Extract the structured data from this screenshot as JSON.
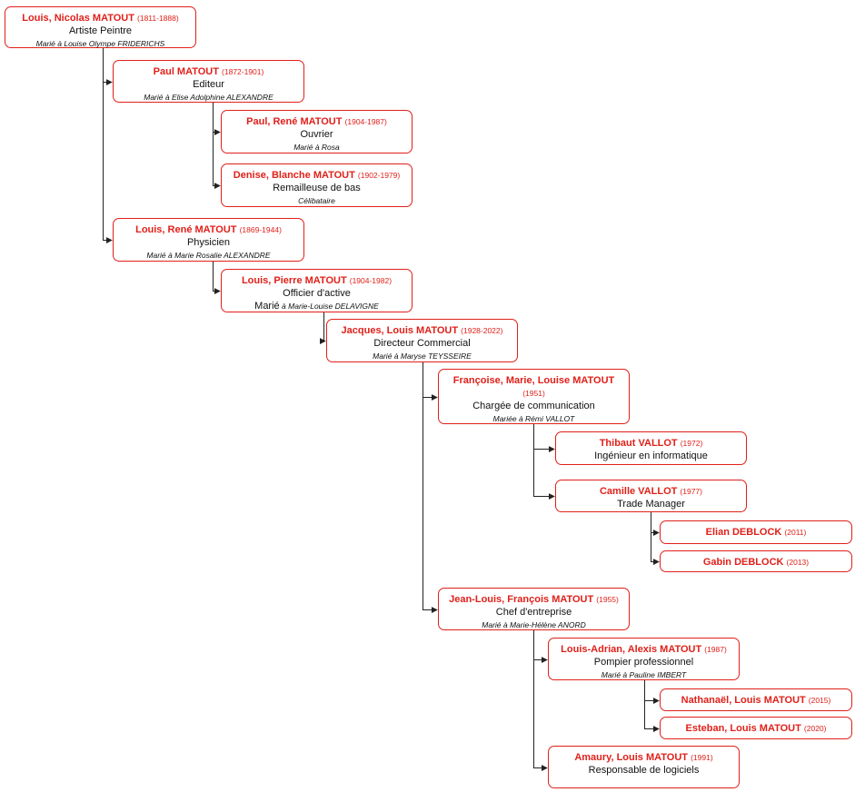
{
  "accent_color": "#e0201a",
  "people": [
    {
      "id": "louis-nicolas",
      "name": "Louis, Nicolas MATOUT",
      "dates": "(1811-1888)",
      "occupation": "Artiste Peintre",
      "spouse": "Marié à Louise Olympe FRIDERICHS",
      "parent": null
    },
    {
      "id": "paul",
      "name": "Paul MATOUT",
      "dates": "(1872-1901)",
      "occupation": "Editeur",
      "spouse": "Marié à Elise Adolphine ALEXANDRE",
      "parent": "louis-nicolas"
    },
    {
      "id": "paul-rene",
      "name": "Paul, René MATOUT",
      "dates": "(1904-1987)",
      "occupation": "Ouvrier",
      "spouse": "Marié à Rosa",
      "parent": "paul"
    },
    {
      "id": "denise-blanche",
      "name": "Denise, Blanche MATOUT",
      "dates": "(1902-1979)",
      "occupation": "Remailleuse de bas",
      "spouse": "Célibataire",
      "parent": "paul"
    },
    {
      "id": "louis-rene",
      "name": "Louis, René MATOUT",
      "dates": "(1869-1944)",
      "occupation": "Physicien",
      "spouse": "Marié à Marie Rosalie ALEXANDRE",
      "parent": "louis-nicolas"
    },
    {
      "id": "louis-pierre",
      "name": "Louis, Pierre MATOUT",
      "dates": "(1904-1982)",
      "occupation": "Officier d'active",
      "spouse_prefix": "Marié",
      "spouse": "à Marie-Louise DELAVIGNE",
      "parent": "louis-rene"
    },
    {
      "id": "jacques-louis",
      "name": "Jacques, Louis MATOUT",
      "dates": "(1928-2022)",
      "occupation": "Directeur Commercial",
      "spouse": "Marié à Maryse TEYSSEIRE",
      "parent": "louis-pierre"
    },
    {
      "id": "francoise",
      "name": "Françoise, Marie, Louise MATOUT",
      "dates": "(1951)",
      "occupation": "Chargée de communication",
      "spouse": "Mariée à Rémi VALLOT",
      "parent": "jacques-louis"
    },
    {
      "id": "thibaut",
      "name": "Thibaut VALLOT",
      "dates": "(1972)",
      "occupation": "Ingénieur en informatique",
      "parent": "francoise"
    },
    {
      "id": "camille",
      "name": "Camille VALLOT",
      "dates": "(1977)",
      "occupation": "Trade Manager",
      "parent": "francoise"
    },
    {
      "id": "elian",
      "name": "Elian DEBLOCK",
      "dates": "(2011)",
      "parent": "camille"
    },
    {
      "id": "gabin",
      "name": "Gabin DEBLOCK",
      "dates": "(2013)",
      "parent": "camille"
    },
    {
      "id": "jean-louis",
      "name": "Jean-Louis, François MATOUT",
      "dates": "(1955)",
      "occupation": "Chef d'entreprise",
      "spouse": "Marié à Marie-Hélène ANORD",
      "parent": "jacques-louis"
    },
    {
      "id": "louis-adrian",
      "name": "Louis-Adrian, Alexis MATOUT",
      "dates": "(1987)",
      "occupation": "Pompier professionnel",
      "spouse": "Marié à Pauline IMBERT",
      "parent": "jean-louis"
    },
    {
      "id": "nathanael",
      "name": "Nathanaël, Louis MATOUT",
      "dates": "(2015)",
      "parent": "louis-adrian"
    },
    {
      "id": "esteban",
      "name": "Esteban, Louis MATOUT",
      "dates": "(2020)",
      "parent": "louis-adrian"
    },
    {
      "id": "amaury",
      "name": "Amaury, Louis MATOUT",
      "dates": "(1991)",
      "occupation": "Responsable de logiciels",
      "parent": "jean-louis"
    }
  ]
}
